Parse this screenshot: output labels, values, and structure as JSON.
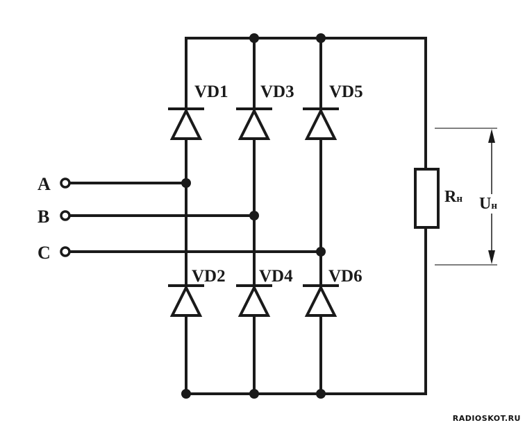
{
  "diagram": {
    "colors": {
      "line": "#1a1a1a",
      "background": "#ffffff"
    },
    "inputs": [
      {
        "id": "A",
        "label": "A"
      },
      {
        "id": "B",
        "label": "B"
      },
      {
        "id": "C",
        "label": "C"
      }
    ],
    "diodes": [
      {
        "id": "VD1",
        "label": "VD1"
      },
      {
        "id": "VD3",
        "label": "VD3"
      },
      {
        "id": "VD5",
        "label": "VD5"
      },
      {
        "id": "VD2",
        "label": "VD2"
      },
      {
        "id": "VD4",
        "label": "VD4"
      },
      {
        "id": "VD6",
        "label": "VD6"
      }
    ],
    "load": {
      "resistor_main": "R",
      "resistor_sub": "н",
      "voltage_main": "U",
      "voltage_sub": "н"
    },
    "watermark": "RADIOSKOT.RU"
  }
}
